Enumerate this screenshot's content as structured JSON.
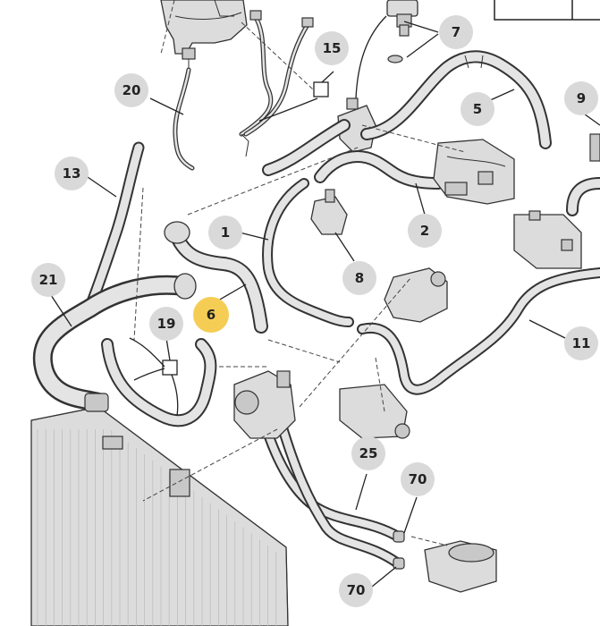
{
  "callouts": [
    {
      "id": "c1",
      "label": "1",
      "active": false
    },
    {
      "id": "c2",
      "label": "2",
      "active": false
    },
    {
      "id": "c5",
      "label": "5",
      "active": false
    },
    {
      "id": "c6",
      "label": "6",
      "active": true
    },
    {
      "id": "c7",
      "label": "7",
      "active": false
    },
    {
      "id": "c8",
      "label": "8",
      "active": false
    },
    {
      "id": "c9",
      "label": "9",
      "active": false
    },
    {
      "id": "c11",
      "label": "11",
      "active": false
    },
    {
      "id": "c13",
      "label": "13",
      "active": false
    },
    {
      "id": "c15",
      "label": "15",
      "active": false
    },
    {
      "id": "c19",
      "label": "19",
      "active": false
    },
    {
      "id": "c20",
      "label": "20",
      "active": false
    },
    {
      "id": "c21",
      "label": "21",
      "active": false
    },
    {
      "id": "c25",
      "label": "25",
      "active": false
    },
    {
      "id": "c70a",
      "label": "70",
      "active": false
    },
    {
      "id": "c70b",
      "label": "70",
      "active": false
    }
  ],
  "colors": {
    "callout_fill": "#d9d9d9",
    "callout_highlight": "#f5cd55",
    "line": "#333333",
    "hose_fill": "#e4e4e4"
  }
}
